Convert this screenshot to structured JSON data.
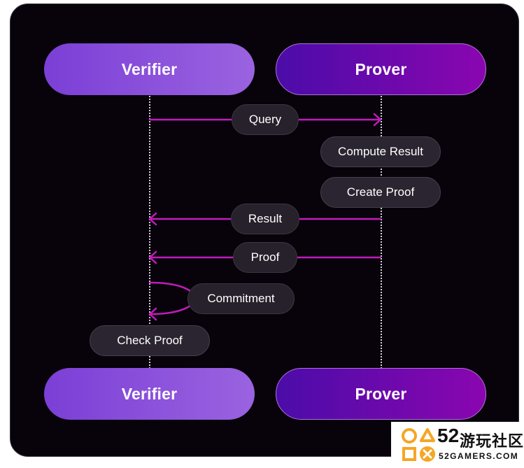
{
  "actors": {
    "left": "Verifier",
    "right": "Prover"
  },
  "messages": {
    "query": "Query",
    "compute_result": "Compute Result",
    "create_proof": "Create Proof",
    "result": "Result",
    "proof": "Proof",
    "commitment": "Commitment",
    "check_proof": "Check Proof"
  },
  "colors": {
    "arrow": "#c21bbd",
    "verifier_gradient": [
      "#7b3fd6",
      "#9a63e0"
    ],
    "prover_gradient": [
      "#4b0ca8",
      "#8a06b0"
    ],
    "background": "#08030a",
    "pill": "#26212b"
  },
  "watermark": {
    "number": "52",
    "title": "游玩社区",
    "subtitle": "52GAMERS.COM",
    "icon": "game-controller-symbols-icon"
  }
}
